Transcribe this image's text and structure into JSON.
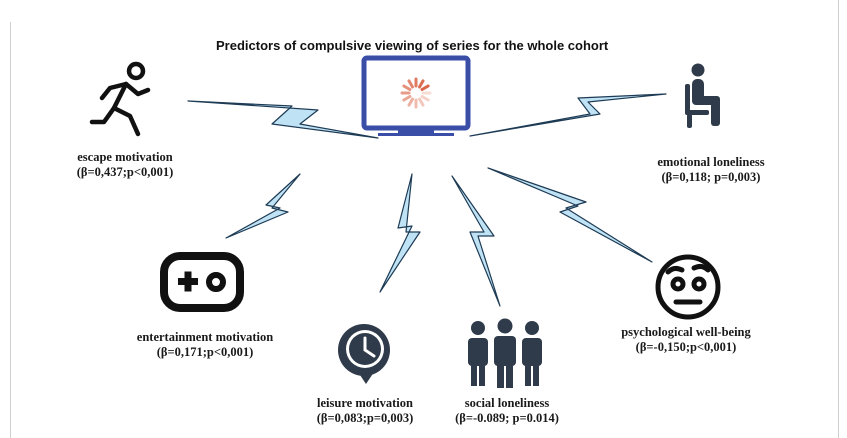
{
  "title": "Predictors of compulsive viewing of series for the whole cohort",
  "colors": {
    "bolt_fill": "#bfe3f4",
    "bolt_stroke": "#1e3b55",
    "icon_dark": "#2f3b4a",
    "monitor_frame": "#3a4ea8",
    "spinner": "#d85a3a"
  },
  "center": {
    "icon": "monitor-icon"
  },
  "predictors": [
    {
      "key": "escape",
      "icon": "running-person-icon",
      "label": "escape motivation",
      "stat": "(β=0,437;p<0,001)"
    },
    {
      "key": "emotional",
      "icon": "seated-person-icon",
      "label": "emotional loneliness",
      "stat": "(β=0,118; p=0,003)"
    },
    {
      "key": "entertainment",
      "icon": "gamepad-icon",
      "label": "entertainment motivation",
      "stat": "(β=0,171;p<0,001)"
    },
    {
      "key": "leisure",
      "icon": "clock-icon",
      "label": "leisure motivation",
      "stat": "(β=0,083;p=0,003)"
    },
    {
      "key": "social",
      "icon": "people-group-icon",
      "label": "social loneliness",
      "stat": "(β=-0.089; p=0.014)"
    },
    {
      "key": "psychological",
      "icon": "worried-face-icon",
      "label": "psychological well-being",
      "stat": "(β=-0,150;p<0,001)"
    }
  ]
}
